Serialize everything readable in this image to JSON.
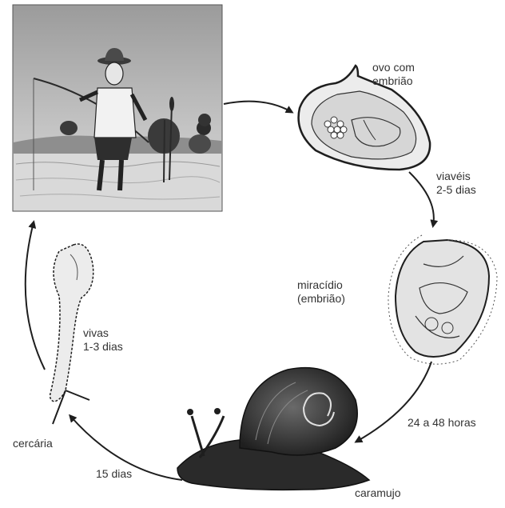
{
  "diagram": {
    "stages": {
      "egg": {
        "line1": "ovo com",
        "line2": "embrião"
      },
      "miracidium": {
        "line1": "miracídio",
        "line2": "(embrião)"
      },
      "snail": {
        "label": "caramujo"
      },
      "cercaria": {
        "label": "cercária"
      }
    },
    "transitions": {
      "egg_viability": {
        "line1": "viavéis",
        "line2": "2-5 dias"
      },
      "miracidium_to_snail": {
        "label": "24 a 48 horas"
      },
      "snail_to_cercaria": {
        "label": "15 dias"
      },
      "cercaria_life": {
        "line1": "vivas",
        "line2": "1-3 dias"
      }
    },
    "colors": {
      "ink": "#1e1e1e",
      "scene_bg": "#cfcfcf",
      "fill_light": "#e6e6e6"
    }
  }
}
